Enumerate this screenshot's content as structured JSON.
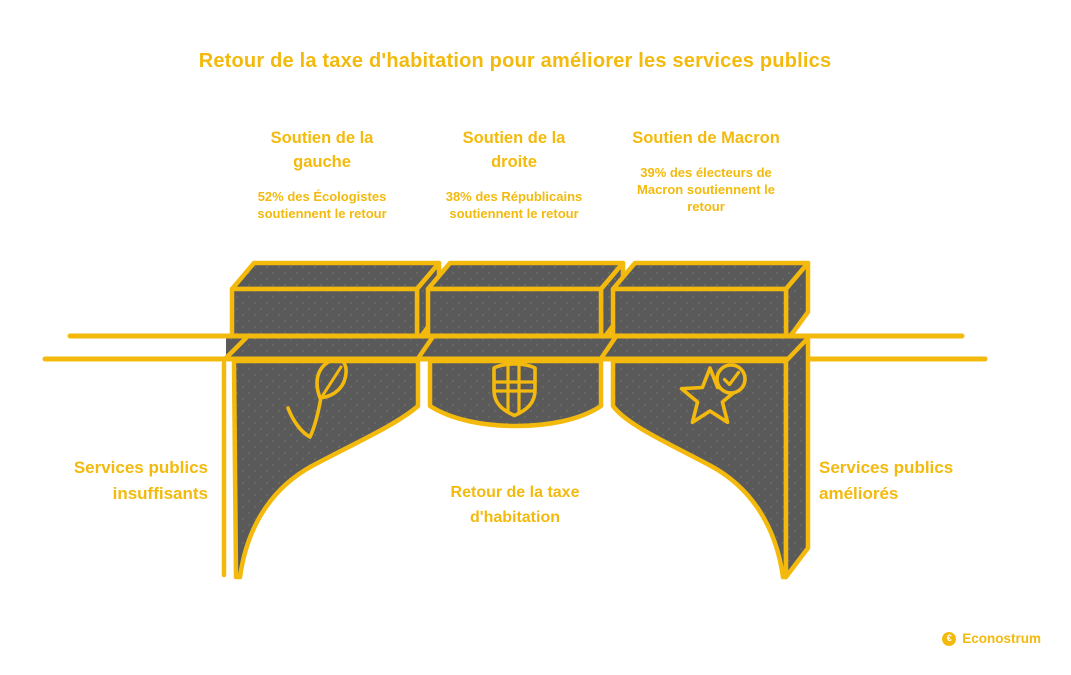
{
  "title": "Retour de la taxe d'habitation pour améliorer les services publics",
  "columns": [
    {
      "heading": "Soutien de la gauche",
      "detail": "52% des Écologistes soutiennent le retour"
    },
    {
      "heading": "Soutien de la droite",
      "detail": "38% des Républicains soutiennent le retour"
    },
    {
      "heading": "Soutien de Macron",
      "detail": "39% des électeurs de Macron soutiennent le retour"
    }
  ],
  "bridge": {
    "left_label": "Services publics insuffisants",
    "center_label": "Retour de la taxe d'habitation",
    "right_label": "Services publics améliorés",
    "icons": [
      "leaf-icon",
      "shield-cross-icon",
      "star-check-icon"
    ]
  },
  "footer": {
    "credit": "Econostrum",
    "icon": "coin-icon",
    "coin_glyph": "€"
  },
  "colors": {
    "accent_yellow": "#F3BA0D",
    "block_gray": "#5A5A5A"
  }
}
